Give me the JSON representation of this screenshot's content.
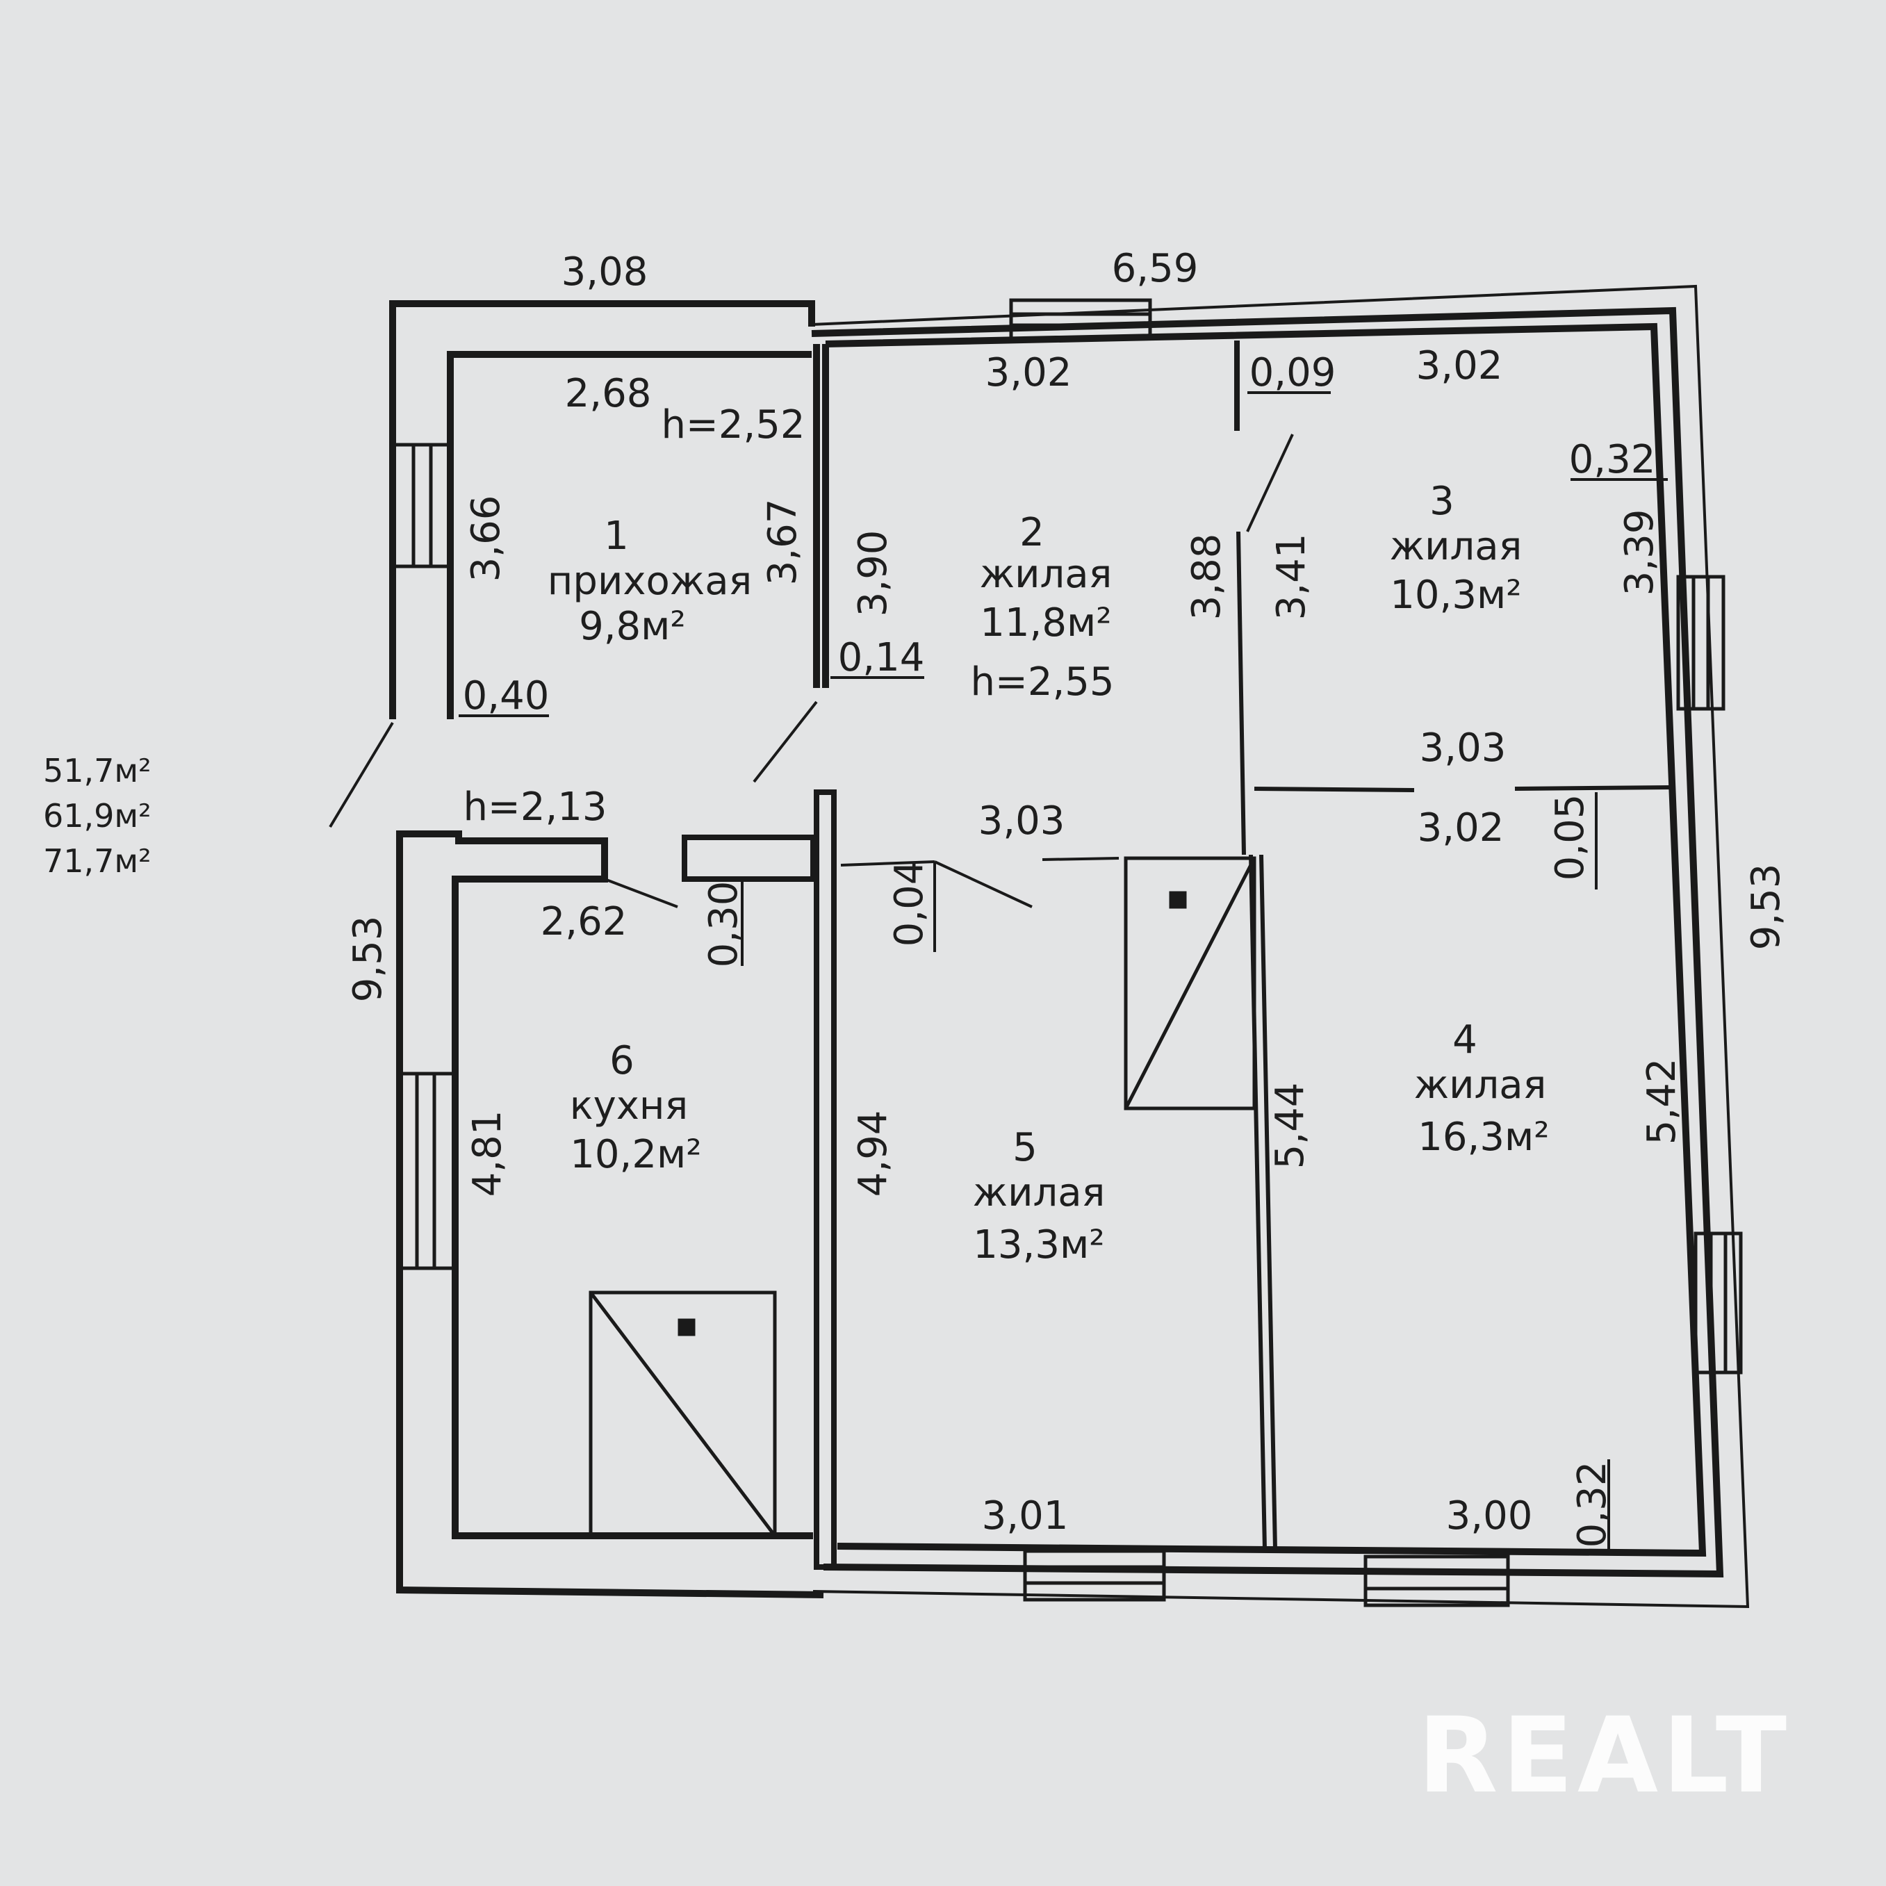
{
  "totals": [
    "51,7м²",
    "61,9м²",
    "71,7м²"
  ],
  "rooms": [
    {
      "num": "1",
      "name": "прихожая",
      "area": "9,8м²"
    },
    {
      "num": "2",
      "name": "жилая",
      "area": "11,8м²"
    },
    {
      "num": "3",
      "name": "жилая",
      "area": "10,3м²"
    },
    {
      "num": "4",
      "name": "жилая",
      "area": "16,3м²"
    },
    {
      "num": "5",
      "name": "жилая",
      "area": "13,3м²"
    },
    {
      "num": "6",
      "name": "кухня",
      "area": "10,2м²"
    }
  ],
  "heights": {
    "room1": "h=2,52",
    "room2": "h=2,55",
    "kitchen": "h=2,13"
  },
  "dims": {
    "top_left": "3,08",
    "top_right": "6,59",
    "r1_top": "2,68",
    "r1_left": "3,66",
    "r1_right": "3,67",
    "r1_wall": "0,40",
    "r2_top": "3,02",
    "r2_left": "3,90",
    "r2_wall": "0,14",
    "r2_bottom": "3,03",
    "r3_top": "3,02",
    "r3_notch": "0,09",
    "r3_outer": "0,32",
    "r3_right": "3,39",
    "r3_left_a": "3,88",
    "r3_left_b": "3,41",
    "r3_bottom": "3,03",
    "r4_top": "3,02",
    "r4_wall": "0,05",
    "r4_left": "5,44",
    "r4_right": "5,42",
    "r4_bottom": "3,00",
    "r4_outer": "0,32",
    "r5_wall": "0,04",
    "r5_left": "4,94",
    "r5_bottom": "3,01",
    "r6_top": "2,62",
    "r6_wall": "0,30",
    "r6_left": "4,81",
    "outer_left": "9,53",
    "outer_right": "9,53"
  },
  "watermark": "REALT"
}
